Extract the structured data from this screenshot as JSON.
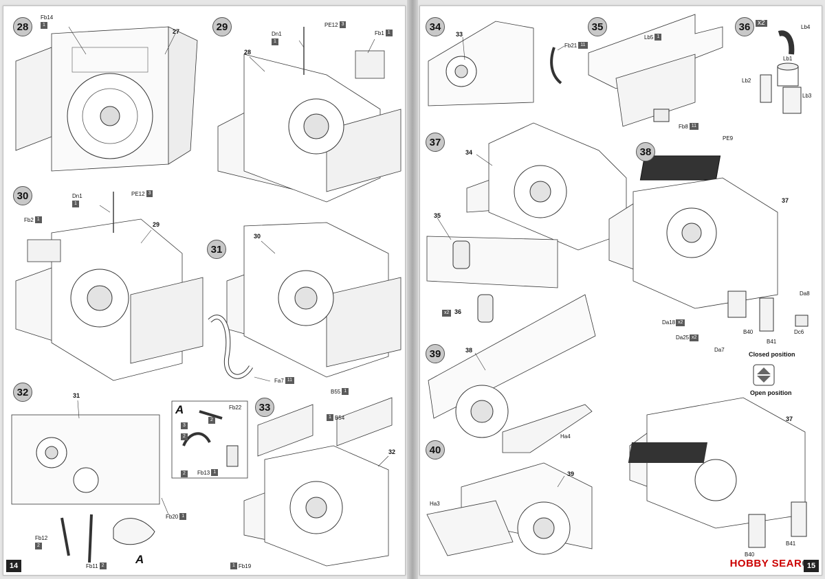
{
  "left_page": {
    "page_number": "14",
    "steps": {
      "s28": {
        "num": "28",
        "callouts": {
          "fb14": {
            "code": "Fb14",
            "qty": "1"
          },
          "ref27": "27"
        }
      },
      "s29": {
        "num": "29",
        "callouts": {
          "dn1": {
            "code": "Dn1",
            "qty": "1"
          },
          "pe12": {
            "code": "PE12",
            "qty": "3"
          },
          "fb1": {
            "code": "Fb1",
            "qty": "1"
          },
          "ref28": "28"
        }
      },
      "s30": {
        "num": "30",
        "callouts": {
          "dn1": {
            "code": "Dn1",
            "qty": "1"
          },
          "pe12": {
            "code": "PE12",
            "qty": "3"
          },
          "fb2": {
            "code": "Fb2",
            "qty": "1"
          },
          "ref29": "29"
        }
      },
      "s31": {
        "num": "31",
        "callouts": {
          "fa7": {
            "code": "Fa7",
            "qty": "11"
          },
          "ref30": "30"
        }
      },
      "s32": {
        "num": "32",
        "callouts": {
          "ref31": "31",
          "fb20": {
            "code": "Fb20",
            "qty": "1"
          },
          "fb12": {
            "code": "Fb12",
            "qty": "2"
          },
          "fb11": {
            "code": "Fb11",
            "qty": "2"
          },
          "a_mark": "A"
        }
      },
      "inset_a": {
        "label": "A",
        "callouts": {
          "fb22": {
            "code": "Fb22",
            "qty": "2"
          },
          "fb13": {
            "code": "Fb13",
            "qty": "1"
          },
          "seq3": "3",
          "seq2a": "2",
          "seq2b": "2",
          "seq1": "1"
        }
      },
      "s33": {
        "num": "33",
        "callouts": {
          "b55": {
            "code": "B55",
            "qty": "1"
          },
          "b54": {
            "code": "B54",
            "qty": "1"
          },
          "fb19": {
            "code": "Fb19",
            "qty": "1"
          },
          "ref32": "32"
        }
      }
    }
  },
  "right_page": {
    "page_number": "15",
    "steps": {
      "s34": {
        "num": "34",
        "callouts": {
          "ref33": "33",
          "fb21": {
            "code": "Fb21",
            "qty": "11"
          }
        }
      },
      "s35": {
        "num": "35",
        "callouts": {
          "lb5": {
            "code": "Lb5",
            "qty": "1"
          },
          "fb8": {
            "code": "Fb8",
            "qty": "11"
          }
        }
      },
      "s36": {
        "num": "36",
        "multiplier": "x2",
        "callouts": {
          "lb4": "Lb4",
          "lb1": "Lb1",
          "lb2": "Lb2",
          "lb3": "Lb3"
        }
      },
      "s37": {
        "num": "37",
        "callouts": {
          "ref34": "34",
          "ref35": "35",
          "ref36": "36",
          "x2": "x2"
        }
      },
      "s38": {
        "num": "38",
        "callouts": {
          "pe9": "PE9",
          "ref37a": "37",
          "ref37b": "37",
          "da8": "Da8",
          "da18": "Da18",
          "da25": "Da25",
          "x2a": "x2",
          "x2b": "x2",
          "dc6": "Dc6",
          "da7": "Da7",
          "b40a": "B40",
          "b41a": "B41",
          "b40b": "B40",
          "b41b": "B41"
        },
        "closed_position": "Closed position",
        "open_position": "Open position"
      },
      "s39": {
        "num": "39",
        "callouts": {
          "ref38": "38",
          "ha4": "Ha4"
        }
      },
      "s40": {
        "num": "40",
        "callouts": {
          "ref39": "39",
          "ha3": "Ha3"
        }
      }
    },
    "watermark": {
      "brand_red": "HOBBY SEAR",
      "brand_grey": "CH",
      "color": "#cc0000"
    }
  }
}
